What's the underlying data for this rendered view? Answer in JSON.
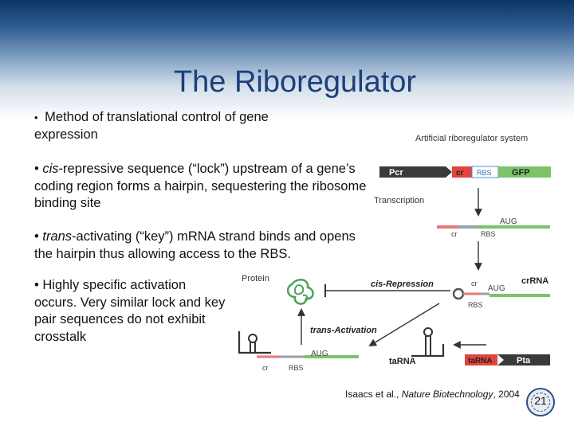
{
  "slide": {
    "title": "The Riboregulator",
    "bullets": [
      {
        "marker": "•",
        "text": "Method of translational control of gene expression"
      },
      {
        "marker": "•",
        "italic": "cis",
        "text": "-repressive sequence (“lock”) upstream of a gene’s coding region forms a hairpin, sequestering the ribosome binding site"
      },
      {
        "marker": "•",
        "italic": "trans",
        "text": "-activating (“key”) mRNA strand binds and opens the hairpin thus allowing access to the RBS."
      },
      {
        "marker": "•",
        "text": "Highly specific activation occurs. Very similar lock and key pair sequences do not exhibit crosstalk"
      }
    ],
    "citation": {
      "authors": "Isaacs et al., ",
      "journal": "Nature Biotechnology",
      "year": ", 2004"
    },
    "page_number": "21"
  },
  "figure": {
    "header": "Artificial riboregulator system",
    "construct": {
      "promoter": "Pcr",
      "cr": "cr",
      "rbs": "RBS",
      "gene": "GFP"
    },
    "transcription": "Transcription",
    "aug": "AUG",
    "cr": "cr",
    "rbs": "RBS",
    "protein": "Protein",
    "cis_repression": "cis-Repression",
    "crRNA": "crRNA",
    "trans_activation": "trans-Activation",
    "taRNA": "taRNA",
    "taRNA_box": "taRNA",
    "pta": "Pta"
  },
  "colors": {
    "title": "#1a3f7a",
    "cr": "#e0463b",
    "rbs": "#4a8fd1",
    "gfp": "#7cc36a",
    "banner": "#0d3563"
  }
}
